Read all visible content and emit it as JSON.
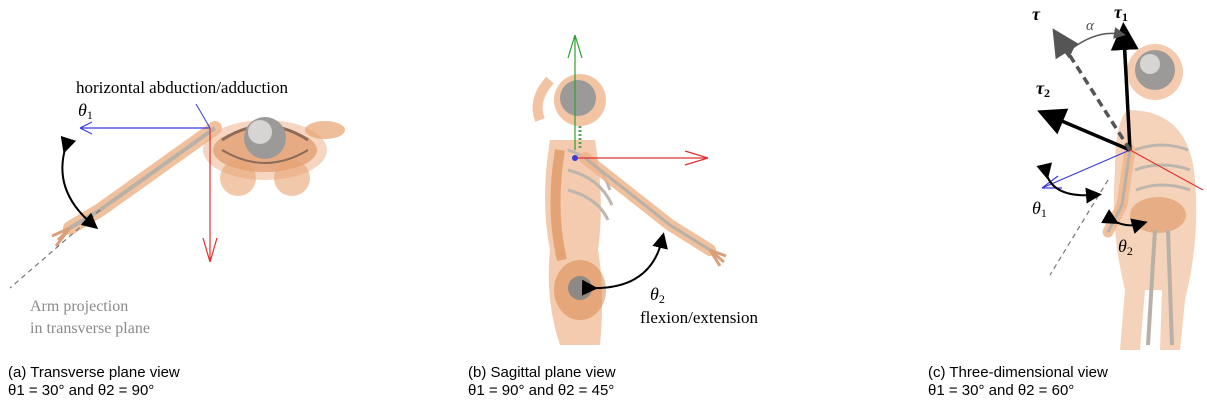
{
  "figure": {
    "panels": [
      {
        "caption_title": "(a) Transverse plane view",
        "caption_angles": "θ1 = 30° and θ2 = 90°",
        "motion_label": "horizontal abduction/adduction",
        "angle_label": "θ",
        "angle_sub": "1",
        "projection_label_1": "Arm projection",
        "projection_label_2": "in transverse plane"
      },
      {
        "caption_title": "(b) Sagittal plane view",
        "caption_angles": "θ1 = 90° and θ2 = 45°",
        "angle_label": "θ",
        "angle_sub": "2",
        "motion_label": "flexion/extension"
      },
      {
        "caption_title": "(c) Three-dimensional view",
        "caption_angles": "θ1 = 30° and θ2 = 60°",
        "tau_label": "τ",
        "tau1_label": "τ",
        "tau1_sub": "1",
        "tau2_label": "τ",
        "tau2_sub": "2",
        "alpha_label": "α",
        "theta1_label": "θ",
        "theta1_sub": "1",
        "theta2_label": "θ",
        "theta2_sub": "2"
      }
    ],
    "colors": {
      "x_axis": "#e03030",
      "y_axis": "#2ea02e",
      "z_axis": "#3a3ad8",
      "body_skin": "#efb58c",
      "body_dark": "#d9894f",
      "bone": "#c8c2bb"
    }
  }
}
